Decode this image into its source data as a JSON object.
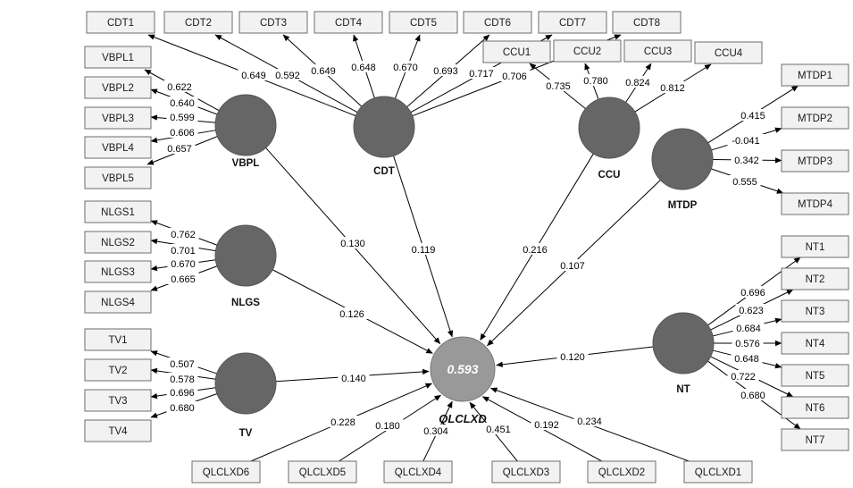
{
  "model": {
    "target": {
      "name": "QLCLXD",
      "r2": "0.593"
    },
    "constructs": [
      {
        "name": "VBPL",
        "path": "0.130",
        "indicators": [
          {
            "name": "VBPL1",
            "loading": "0.622"
          },
          {
            "name": "VBPL2",
            "loading": "0.640"
          },
          {
            "name": "VBPL3",
            "loading": "0.599"
          },
          {
            "name": "VBPL4",
            "loading": "0.606"
          },
          {
            "name": "VBPL5",
            "loading": "0.657"
          }
        ]
      },
      {
        "name": "CDT",
        "path": "0.119",
        "indicators": [
          {
            "name": "CDT1",
            "loading": "0.649"
          },
          {
            "name": "CDT2",
            "loading": "0.592"
          },
          {
            "name": "CDT3",
            "loading": "0.649"
          },
          {
            "name": "CDT4",
            "loading": "0.648"
          },
          {
            "name": "CDT5",
            "loading": "0.670"
          },
          {
            "name": "CDT6",
            "loading": "0.693"
          },
          {
            "name": "CDT7",
            "loading": "0.717"
          },
          {
            "name": "CDT8",
            "loading": "0.706"
          }
        ]
      },
      {
        "name": "CCU",
        "path": "0.216",
        "indicators": [
          {
            "name": "CCU1",
            "loading": "0.735"
          },
          {
            "name": "CCU2",
            "loading": "0.780"
          },
          {
            "name": "CCU3",
            "loading": "0.824"
          },
          {
            "name": "CCU4",
            "loading": "0.812"
          }
        ]
      },
      {
        "name": "MTDP",
        "path": "0.107",
        "indicators": [
          {
            "name": "MTDP1",
            "loading": "0.415"
          },
          {
            "name": "MTDP2",
            "loading": "-0.041"
          },
          {
            "name": "MTDP3",
            "loading": "0.342"
          },
          {
            "name": "MTDP4",
            "loading": "0.555"
          }
        ]
      },
      {
        "name": "NLGS",
        "path": "0.126",
        "indicators": [
          {
            "name": "NLGS1",
            "loading": "0.762"
          },
          {
            "name": "NLGS2",
            "loading": "0.701"
          },
          {
            "name": "NLGS3",
            "loading": "0.670"
          },
          {
            "name": "NLGS4",
            "loading": "0.665"
          }
        ]
      },
      {
        "name": "TV",
        "path": "0.140",
        "indicators": [
          {
            "name": "TV1",
            "loading": "0.507"
          },
          {
            "name": "TV2",
            "loading": "0.578"
          },
          {
            "name": "TV3",
            "loading": "0.696"
          },
          {
            "name": "TV4",
            "loading": "0.680"
          }
        ]
      },
      {
        "name": "NT",
        "path": "0.120",
        "indicators": [
          {
            "name": "NT1",
            "loading": "0.696"
          },
          {
            "name": "NT2",
            "loading": "0.623"
          },
          {
            "name": "NT3",
            "loading": "0.684"
          },
          {
            "name": "NT4",
            "loading": "0.576"
          },
          {
            "name": "NT5",
            "loading": "0.648"
          },
          {
            "name": "NT6",
            "loading": "0.722"
          },
          {
            "name": "NT7",
            "loading": "0.680"
          }
        ]
      }
    ],
    "target_indicators": [
      {
        "name": "QLCLXD1",
        "weight": "0.234"
      },
      {
        "name": "QLCLXD2",
        "weight": "0.192"
      },
      {
        "name": "QLCLXD3",
        "weight": "0.451"
      },
      {
        "name": "QLCLXD4",
        "weight": "0.304"
      },
      {
        "name": "QLCLXD5",
        "weight": "0.180"
      },
      {
        "name": "QLCLXD6",
        "weight": "0.228"
      }
    ]
  },
  "colors": {
    "latent_fill": "#666666",
    "target_fill": "#999999",
    "indicator_fill": "#f2f2f2",
    "indicator_border": "#6d6d6d",
    "edge": "#000000"
  }
}
